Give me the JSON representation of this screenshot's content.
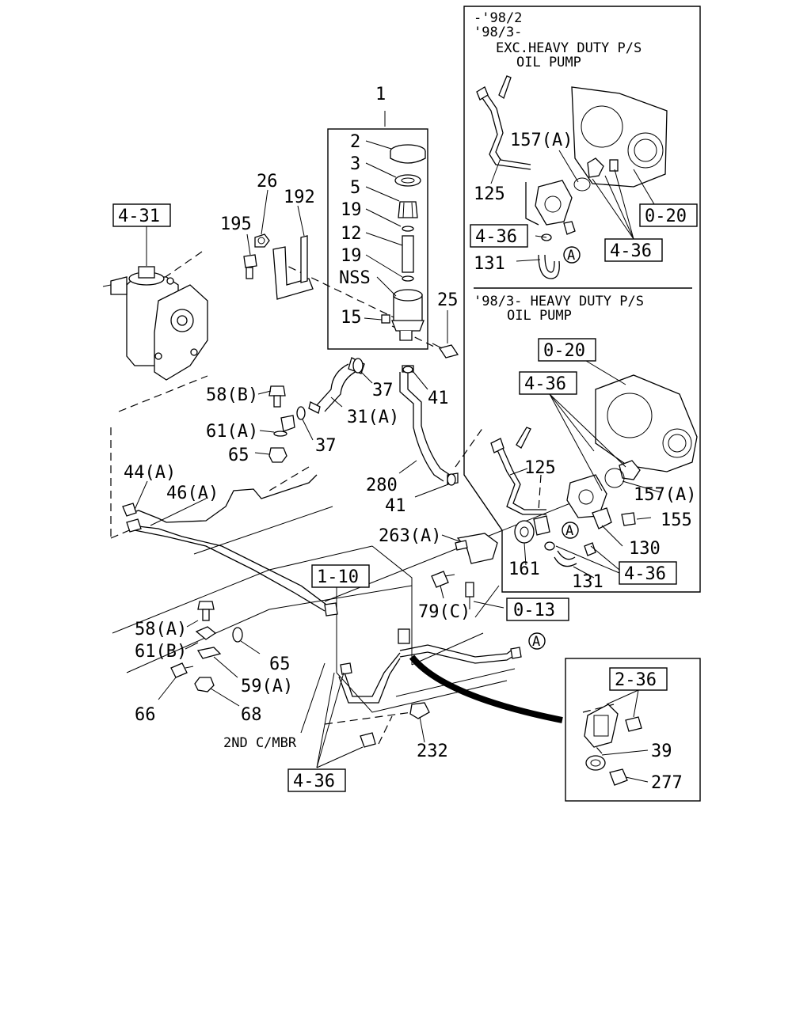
{
  "notes": {
    "top_line1": "-'98/2",
    "top_line2": "'98/3-",
    "top_line3": "EXC.HEAVY DUTY P/S",
    "top_line4": "OIL PUMP",
    "mid_line1": "'98/3- HEAVY DUTY P/S",
    "mid_line2": "OIL PUMP",
    "member": "2ND C/MBR"
  },
  "refs": {
    "r4_31": "4-31",
    "r0_20_top": "0-20",
    "r4_36_tl": "4-36",
    "r4_36_tr": "4-36",
    "r0_20_mid": "0-20",
    "r4_36_mid": "4-36",
    "r4_36_low": "4-36",
    "r1_10": "1-10",
    "r0_13": "0-13",
    "r2_36": "2-36",
    "r4_36_bottom": "4-36"
  },
  "circles": {
    "a_top": "A",
    "a_mid": "A",
    "a_low": "A"
  },
  "labels": {
    "p1": "1",
    "p2": "2",
    "p3": "3",
    "p5": "5",
    "p19a": "19",
    "p12": "12",
    "p19b": "19",
    "nss": "NSS",
    "p15": "15",
    "p25": "25",
    "p26": "26",
    "p192": "192",
    "p195": "195",
    "p37a": "37",
    "p41a": "41",
    "p58b": "58(B)",
    "p31a": "31(A)",
    "p61a": "61(A)",
    "p37b": "37",
    "p65a": "65",
    "p44a": "44(A)",
    "p46a": "46(A)",
    "p280": "280",
    "p41b": "41",
    "p263a": "263(A)",
    "p157a_top": "157(A)",
    "p125_top": "125",
    "p131_top": "131",
    "p125_mid": "125",
    "p157a_mid": "157(A)",
    "p155": "155",
    "p130": "130",
    "p161": "161",
    "p131_mid": "131",
    "p79c": "79(C)",
    "p58a": "58(A)",
    "p61b": "61(B)",
    "p65b": "65",
    "p59a": "59(A)",
    "p66": "66",
    "p68": "68",
    "p232": "232",
    "p39": "39",
    "p277": "277"
  }
}
